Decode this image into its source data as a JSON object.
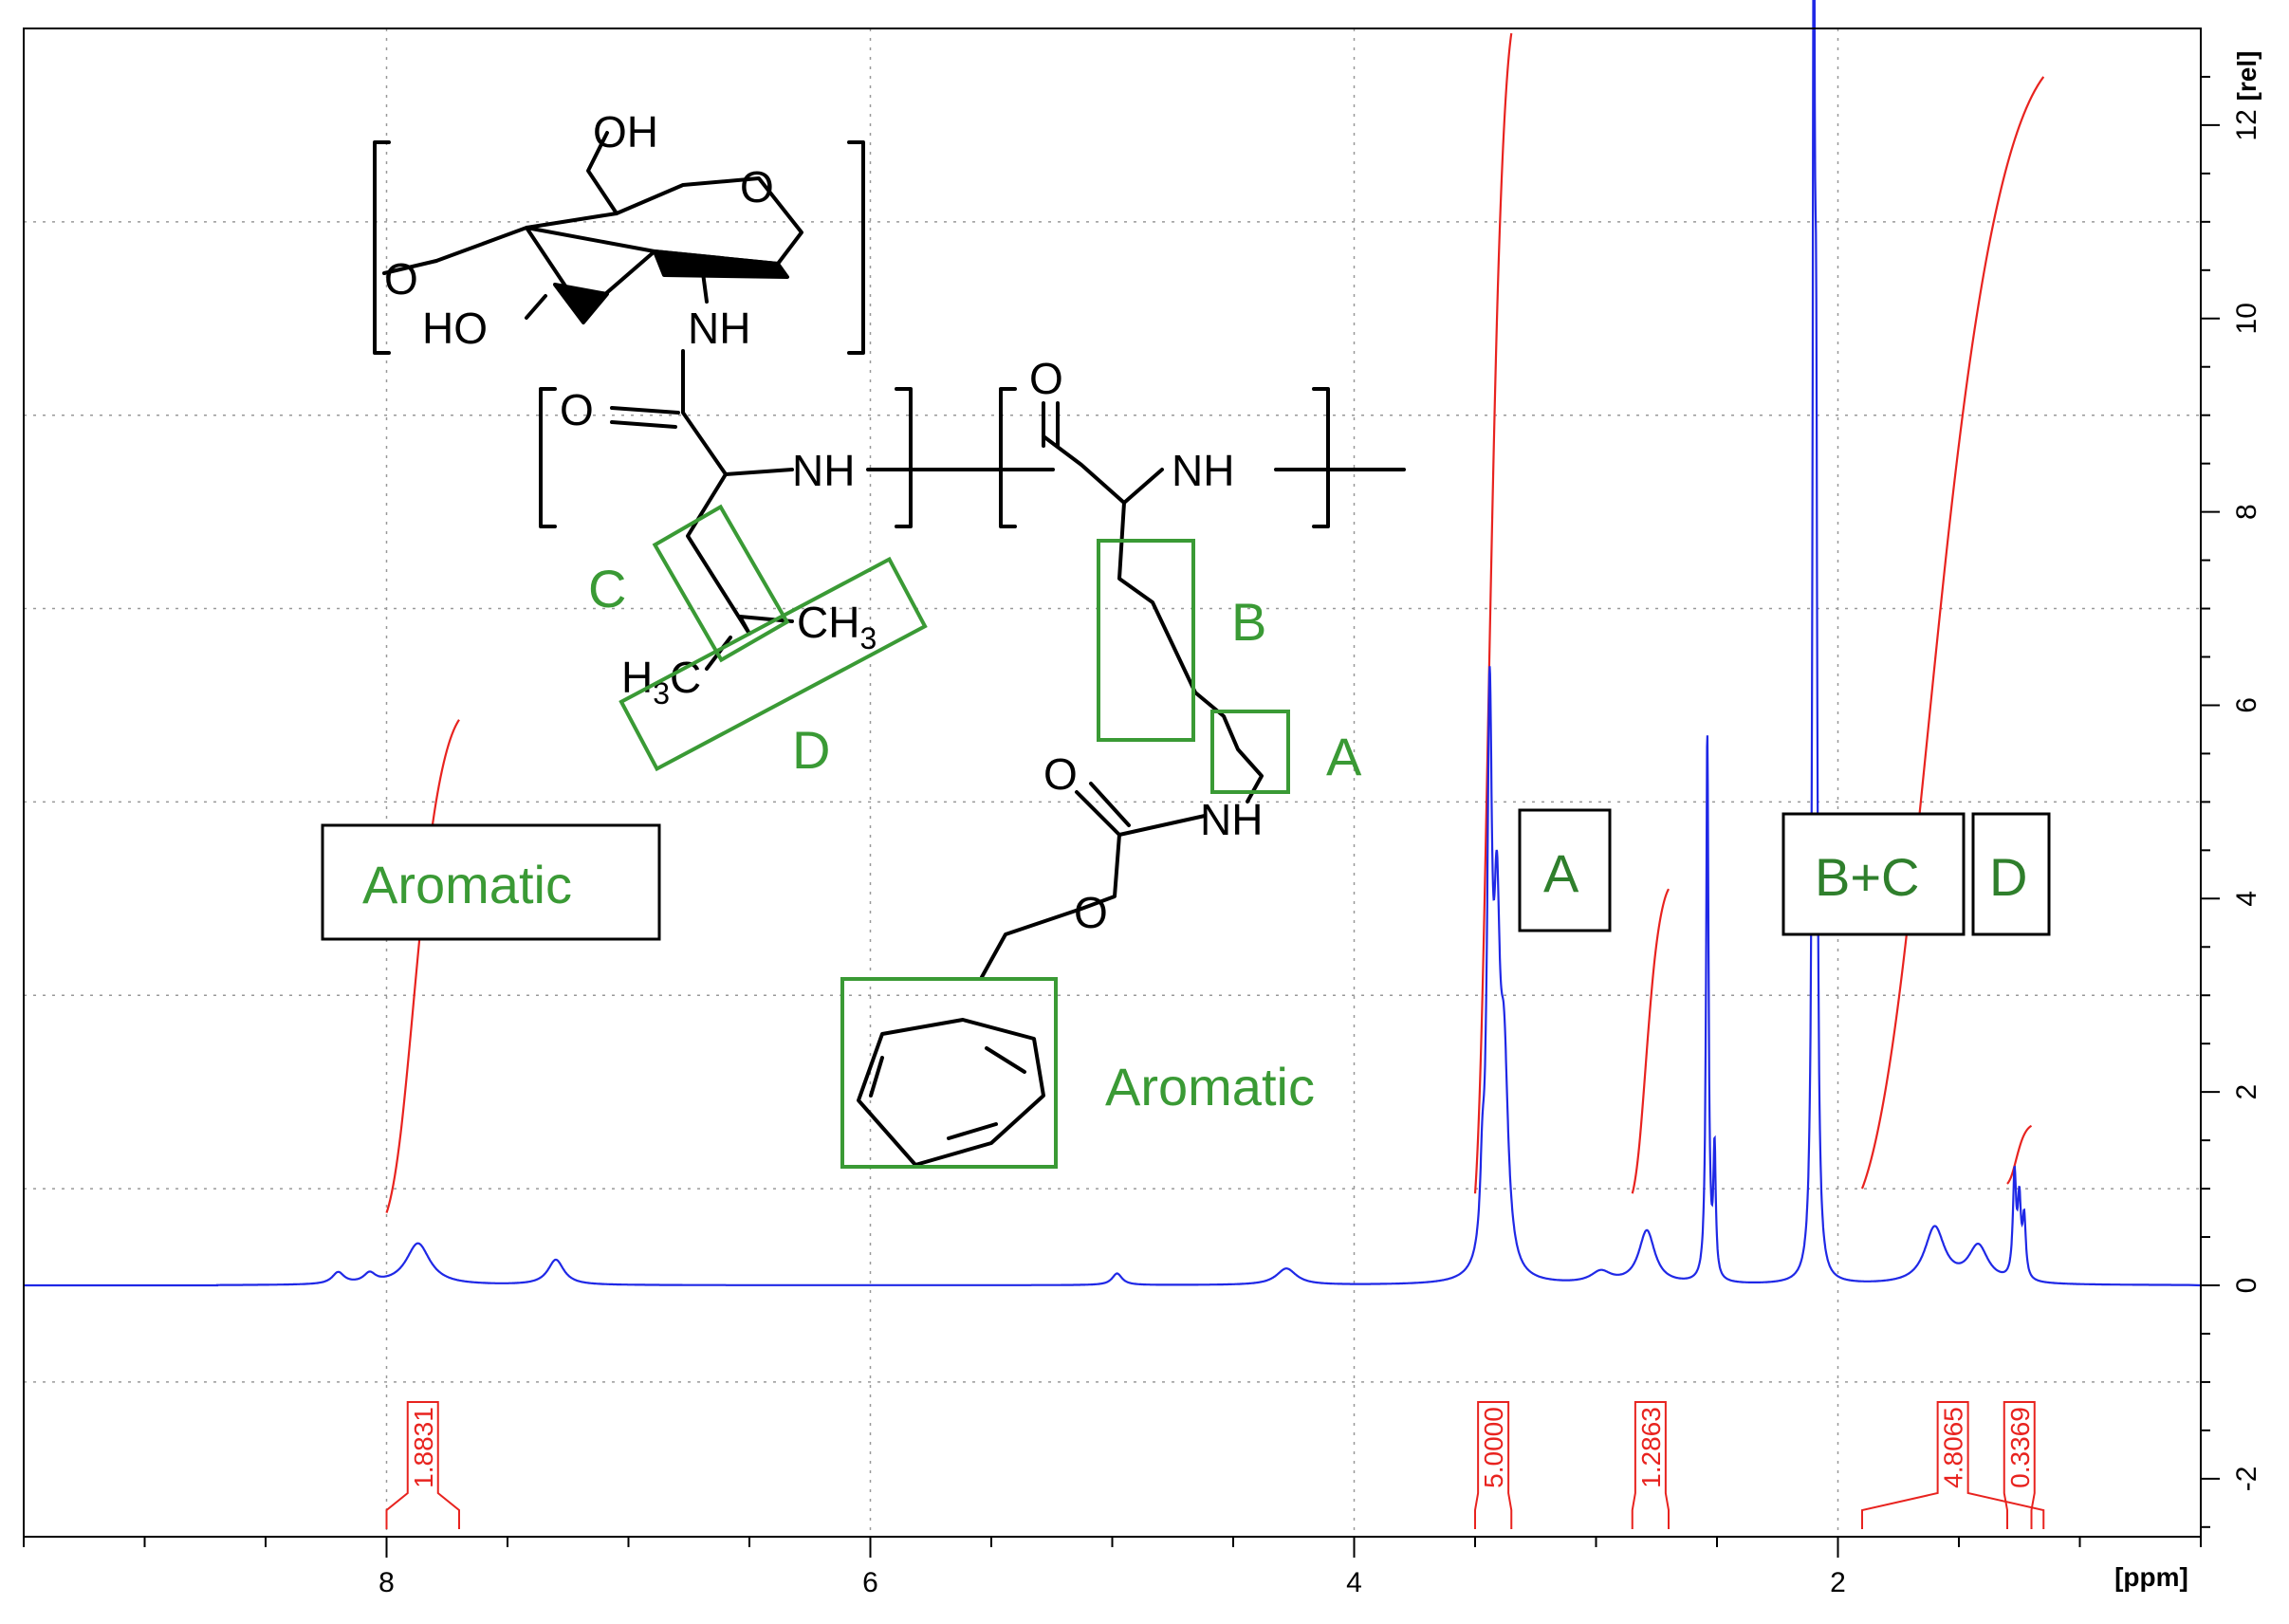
{
  "chart_data": {
    "type": "line",
    "title": "",
    "xlabel": "[ppm]",
    "ylabel": "[rel]",
    "xlim": [
      9.5,
      0.5
    ],
    "ylim": [
      -2.6,
      13.0
    ],
    "x_ticks": [
      "8",
      "6",
      "4",
      "2"
    ],
    "y_ticks": [
      "-2",
      "0",
      "2",
      "4",
      "6",
      "8",
      "10",
      "12"
    ],
    "grid": true,
    "spectrum_color": "#1f28e6",
    "integral_color": "#e8231f",
    "peaks": [
      {
        "ppm": 8.2,
        "height": 0.12,
        "width": 0.03
      },
      {
        "ppm": 8.07,
        "height": 0.1,
        "width": 0.03
      },
      {
        "ppm": 7.87,
        "height": 0.43,
        "width": 0.06
      },
      {
        "ppm": 7.3,
        "height": 0.26,
        "width": 0.04
      },
      {
        "ppm": 4.98,
        "height": 0.12,
        "width": 0.025
      },
      {
        "ppm": 4.28,
        "height": 0.17,
        "width": 0.05
      },
      {
        "ppm": 3.44,
        "height": 5.5,
        "width": 0.012
      },
      {
        "ppm": 3.41,
        "height": 3.1,
        "width": 0.015
      },
      {
        "ppm": 3.38,
        "height": 2.0,
        "width": 0.02
      },
      {
        "ppm": 3.47,
        "height": 0.7,
        "width": 0.01
      },
      {
        "ppm": 2.98,
        "height": 0.12,
        "width": 0.05
      },
      {
        "ppm": 2.79,
        "height": 0.55,
        "width": 0.04
      },
      {
        "ppm": 2.54,
        "height": 5.65,
        "width": 0.006
      },
      {
        "ppm": 2.51,
        "height": 1.3,
        "width": 0.006
      },
      {
        "ppm": 2.1,
        "height": 13.2,
        "width": 0.006
      },
      {
        "ppm": 2.09,
        "height": 7.0,
        "width": 0.006
      },
      {
        "ppm": 1.6,
        "height": 0.58,
        "width": 0.05
      },
      {
        "ppm": 1.42,
        "height": 0.38,
        "width": 0.05
      },
      {
        "ppm": 1.27,
        "height": 1.05,
        "width": 0.008
      },
      {
        "ppm": 1.25,
        "height": 0.75,
        "width": 0.008
      },
      {
        "ppm": 1.23,
        "height": 0.6,
        "width": 0.008
      }
    ],
    "integrals": [
      {
        "from": 8.0,
        "to": 7.7,
        "value": "1.8831",
        "start": 0.75,
        "end": 5.85
      },
      {
        "from": 3.5,
        "to": 3.35,
        "value": "5.0000",
        "start": 0.95,
        "end": 12.95
      },
      {
        "from": 2.85,
        "to": 2.7,
        "value": "1.2863",
        "start": 0.95,
        "end": 4.1
      },
      {
        "from": 1.9,
        "to": 1.15,
        "value": "4.8065",
        "start": 1.0,
        "end": 12.5
      },
      {
        "from": 1.3,
        "to": 1.2,
        "value": "0.3369",
        "start": 1.05,
        "end": 1.65
      }
    ]
  },
  "annotations": {
    "aromatic_box": "Aromatic",
    "a_box": "A",
    "bc_box": "B+C",
    "d_box": "D",
    "structure_c": "C",
    "structure_d": "D",
    "structure_b": "B",
    "structure_a": "A",
    "structure_aromatic": "Aromatic"
  },
  "structure_text": {
    "oh": "OH",
    "o_ring": "O",
    "o_left": "O",
    "ho": "HO",
    "nh_1": "NH",
    "o_carbonyl_1": "O",
    "nh_2": "NH",
    "o_carbonyl_2": "O",
    "nh_3": "NH",
    "ch3": "CH",
    "ch3_sub": "3",
    "h3c_h": "H",
    "h3c_sub": "3",
    "h3c_c": "C",
    "o_carbonyl_3": "O",
    "nh_4": "NH",
    "o_ester": "O"
  },
  "colors": {
    "annotation_green": "#3a9a35",
    "box_text_green": "#2f7f2c"
  }
}
